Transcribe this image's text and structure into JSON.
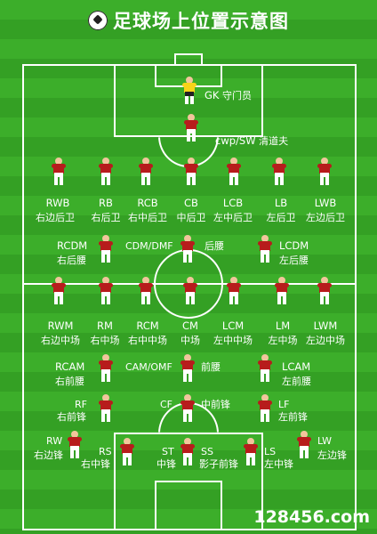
{
  "title": "足球场上位置示意图",
  "gk": {
    "abbr": "GK",
    "cn": "守门员"
  },
  "sw": {
    "abbr": "cwp/SW",
    "cn": "清道夫"
  },
  "defense": [
    {
      "abbr": "RWB",
      "cn": "右边后卫"
    },
    {
      "abbr": "RB",
      "cn": "右后卫"
    },
    {
      "abbr": "RCB",
      "cn": "右中后卫"
    },
    {
      "abbr": "CB",
      "cn": "中后卫"
    },
    {
      "abbr": "LCB",
      "cn": "左中后卫"
    },
    {
      "abbr": "LB",
      "cn": "左后卫"
    },
    {
      "abbr": "LWB",
      "cn": "左边后卫"
    }
  ],
  "dm": {
    "rcdm": {
      "abbr": "RCDM",
      "cn": "右后腰"
    },
    "cdm": {
      "abbr": "CDM/DMF",
      "cn": "后腰"
    },
    "lcdm": {
      "abbr": "LCDM",
      "cn": "左后腰"
    }
  },
  "midfield": [
    {
      "abbr": "RWM",
      "cn": "右边中场"
    },
    {
      "abbr": "RM",
      "cn": "右中场"
    },
    {
      "abbr": "RCM",
      "cn": "右中中场"
    },
    {
      "abbr": "CM",
      "cn": "中场"
    },
    {
      "abbr": "LCM",
      "cn": "左中中场"
    },
    {
      "abbr": "LM",
      "cn": "左中场"
    },
    {
      "abbr": "LWM",
      "cn": "左边中场"
    }
  ],
  "am": {
    "rcam": {
      "abbr": "RCAM",
      "cn": "右前腰"
    },
    "cam": {
      "abbr": "CAM/OMF",
      "cn": "前腰"
    },
    "lcam": {
      "abbr": "LCAM",
      "cn": "左前腰"
    }
  },
  "fwd": {
    "rf": {
      "abbr": "RF",
      "cn": "右前锋"
    },
    "cf": {
      "abbr": "CF",
      "cn": "中前锋"
    },
    "lf": {
      "abbr": "LF",
      "cn": "左前锋"
    }
  },
  "attack": {
    "rw": {
      "abbr": "RW",
      "cn": "右边锋"
    },
    "rs": {
      "abbr": "RS",
      "cn": "右中锋"
    },
    "st": {
      "abbr": "ST",
      "cn": "中锋"
    },
    "ss": {
      "abbr": "SS",
      "cn": "影子前锋"
    },
    "ls": {
      "abbr": "LS",
      "cn": "左中锋"
    },
    "lw": {
      "abbr": "LW",
      "cn": "左边锋"
    }
  },
  "watermark": "128456.com",
  "colors": {
    "grass_light": "#3cae2a",
    "grass_dark": "#34a024",
    "lines": "#ffffff",
    "shirt": "#b71c1c",
    "gk_shirt": "#f7d418"
  }
}
